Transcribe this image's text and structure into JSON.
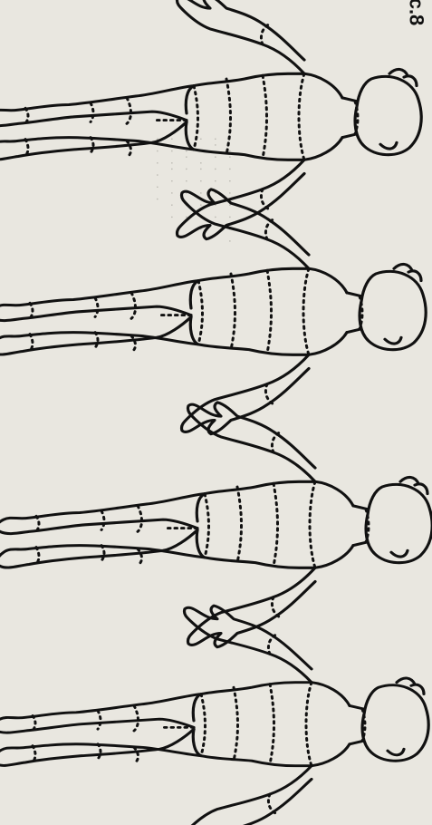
{
  "figures": [
    {
      "id": "figure-1"
    },
    {
      "id": "figure-2"
    },
    {
      "id": "figure-3"
    },
    {
      "id": "figure-4"
    }
  ],
  "corner_mark": "с.8",
  "colors": {
    "paper": "#e9e7e0",
    "ink": "#111111",
    "bleed": "#9c9a93"
  }
}
